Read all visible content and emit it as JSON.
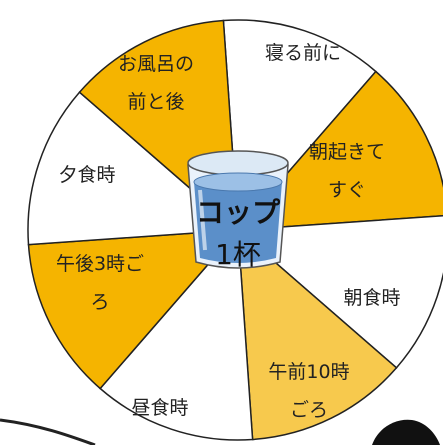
{
  "wheel": {
    "segments": [
      {
        "lines": [
          "寝る前に"
        ],
        "fill": "#ffffff"
      },
      {
        "lines": [
          "朝起きて",
          "すぐ"
        ],
        "fill": "#f5b400"
      },
      {
        "lines": [
          "朝食時"
        ],
        "fill": "#ffffff"
      },
      {
        "lines": [
          "午前10時",
          "ごろ"
        ],
        "fill": "#f7c94d"
      },
      {
        "lines": [
          "昼食時"
        ],
        "fill": "#ffffff"
      },
      {
        "lines": [
          "午後3時ご",
          "ろ"
        ],
        "fill": "#f5b400"
      },
      {
        "lines": [
          "夕食時"
        ],
        "fill": "#ffffff"
      },
      {
        "lines": [
          "お風呂の",
          "前と後"
        ],
        "fill": "#f5b400"
      }
    ]
  },
  "center": {
    "line1": "コップ",
    "line2": "1杯"
  },
  "colors": {
    "outline": "#222222",
    "glass_water": "#5b8fc9",
    "glass_rim": "#dce9f5"
  }
}
